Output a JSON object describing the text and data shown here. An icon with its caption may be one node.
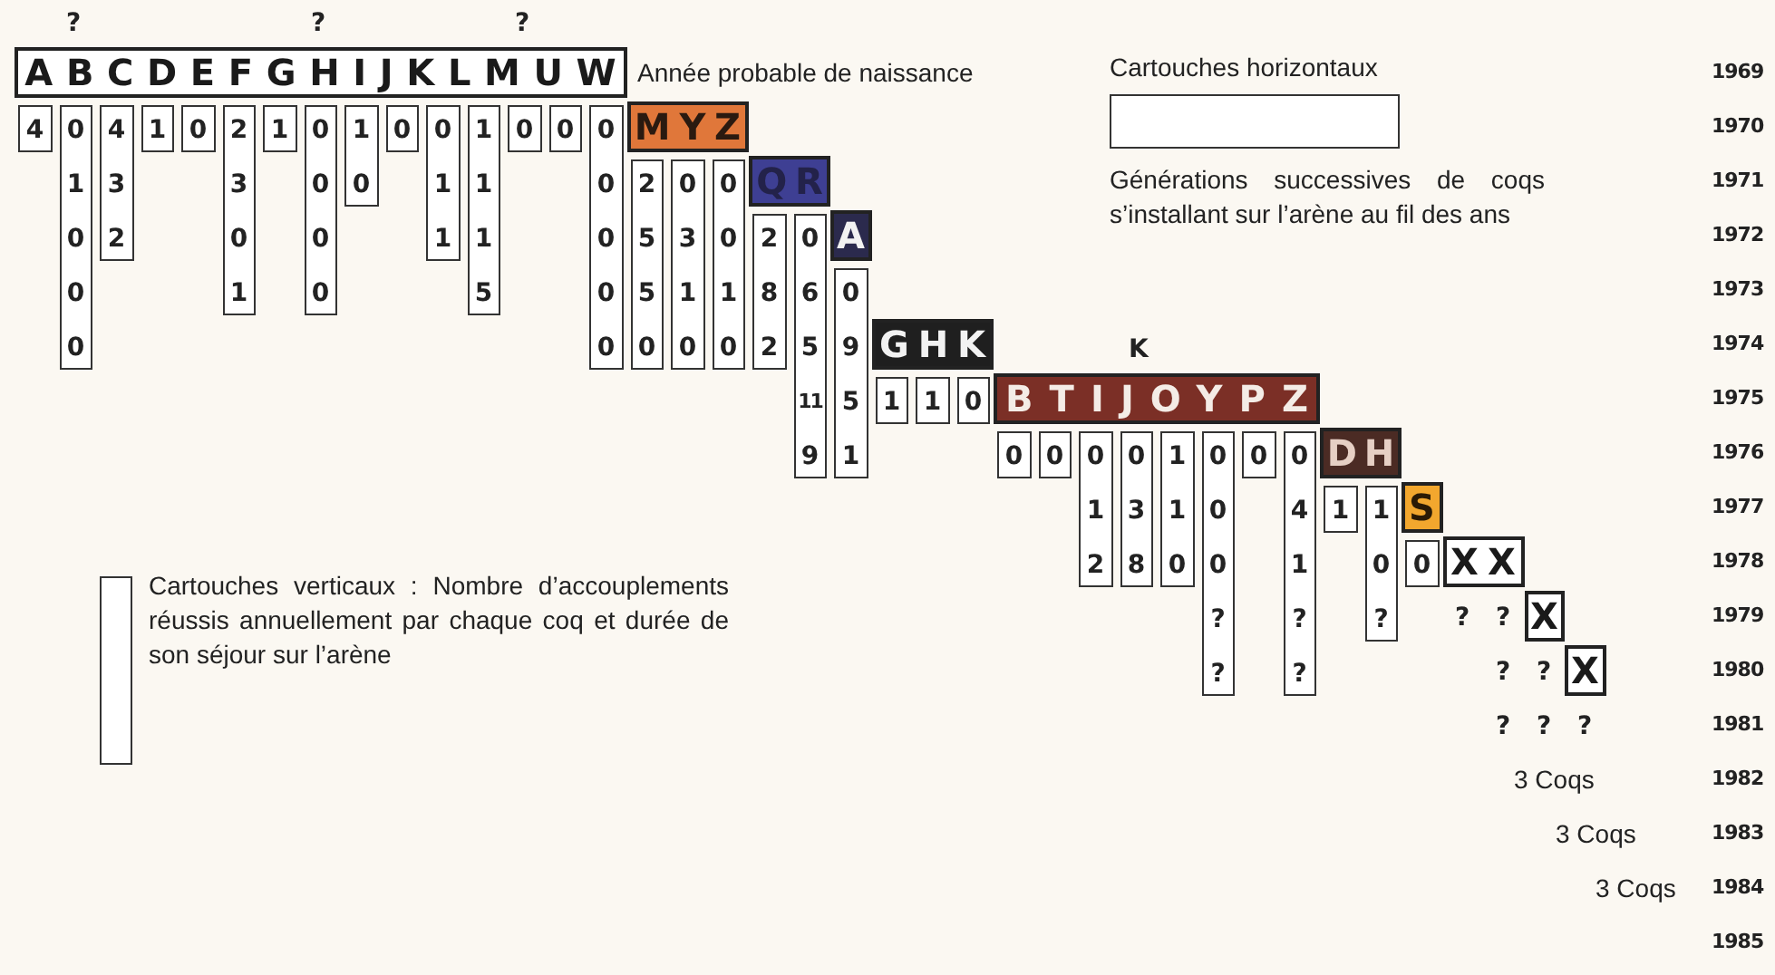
{
  "diagram": {
    "nodes": [
      {
        "text": [
          "ABCDEFGHIJKLMUW"
        ]
      },
      {
        "text": [
          "4"
        ]
      },
      {
        "text": [
          "0",
          "1",
          "0",
          "0",
          "0"
        ]
      },
      {
        "text": [
          "4",
          "3",
          "2"
        ]
      },
      {
        "text": [
          "1"
        ]
      },
      {
        "text": [
          "0"
        ]
      },
      {
        "text": [
          "2",
          "3",
          "0",
          "1"
        ]
      },
      {
        "text": [
          "1"
        ]
      },
      {
        "text": [
          "0",
          "0",
          "0",
          "0"
        ]
      },
      {
        "text": [
          "1",
          "0"
        ]
      },
      {
        "text": [
          "0"
        ]
      },
      {
        "text": [
          "0",
          "1",
          "1"
        ]
      },
      {
        "text": [
          "1",
          "1",
          "1",
          "5"
        ]
      },
      {
        "text": [
          "0"
        ]
      },
      {
        "text": [
          "0"
        ]
      },
      {
        "text": [
          "0",
          "0",
          "0",
          "0",
          "0"
        ]
      },
      {
        "text": [
          "MYZ"
        ]
      },
      {
        "text": [
          "2",
          "5",
          "5",
          "0"
        ]
      },
      {
        "text": [
          "0",
          "3",
          "1",
          "0"
        ]
      },
      {
        "text": [
          "0",
          "0",
          "1",
          "0"
        ]
      },
      {
        "text": [
          "QR"
        ]
      },
      {
        "text": [
          "2",
          "8",
          "2"
        ]
      },
      {
        "text": [
          "0",
          "6",
          "5",
          "11",
          "9"
        ]
      },
      {
        "text": [
          "A"
        ]
      },
      {
        "text": [
          "0",
          "9",
          "5",
          "1"
        ]
      },
      {
        "text": [
          "GHK"
        ]
      },
      {
        "text": [
          "1"
        ]
      },
      {
        "text": [
          "1"
        ]
      },
      {
        "text": [
          "0"
        ]
      },
      {
        "text": [
          "BTIJOYPZ"
        ]
      },
      {
        "text": [
          "0"
        ]
      },
      {
        "text": [
          "0"
        ]
      },
      {
        "text": [
          "0",
          "1",
          "2"
        ]
      },
      {
        "text": [
          "0",
          "3",
          "8"
        ]
      },
      {
        "text": [
          "1",
          "1",
          "0"
        ]
      },
      {
        "text": [
          "0",
          "0",
          "0",
          "?",
          "?"
        ]
      },
      {
        "text": [
          "0"
        ]
      },
      {
        "text": [
          "0",
          "4",
          "1",
          "?",
          "?"
        ]
      },
      {
        "text": [
          "DH"
        ]
      },
      {
        "text": [
          "1"
        ]
      },
      {
        "text": [
          "1",
          "0",
          "?"
        ]
      },
      {
        "text": [
          "S"
        ]
      },
      {
        "text": [
          "0"
        ]
      },
      {
        "text": [
          "XX"
        ]
      },
      {
        "text": [
          "X"
        ]
      },
      {
        "text": [
          "X"
        ]
      },
      {
        "text": [],
        "shape": "box"
      },
      {
        "text": [],
        "shape": "box"
      }
    ],
    "labels": [
      "?",
      "?",
      "?",
      "Année probable de naissance",
      "Cartouches horizontaux",
      "K",
      "?",
      "?",
      "?",
      "?",
      "?",
      "?",
      "?",
      "3 Coqs",
      "3 Coqs",
      "3 Coqs",
      "1969",
      "1970",
      "1971",
      "1972",
      "1973",
      "1974",
      "1975",
      "1976",
      "1977",
      "1978",
      "1979",
      "1980",
      "1981",
      "1982",
      "1983",
      "1984",
      "1985"
    ],
    "legend": [
      {
        "text": "Générations successives de coqs s’installant sur l’arène au fil des ans"
      },
      {
        "text": "Cartouches verticaux : Nombre d’accouplements réussis annuellement par chaque coq et durée de son séjour sur l’arène"
      }
    ]
  }
}
